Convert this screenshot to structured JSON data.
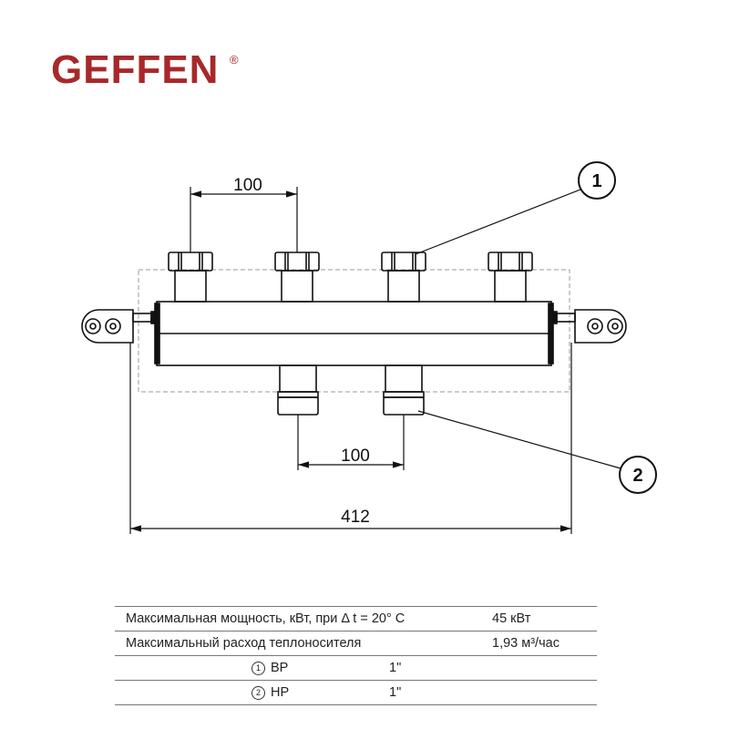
{
  "logo": {
    "text": "GEFFEN",
    "registered": "®",
    "color": "#a8282a"
  },
  "drawing": {
    "dim_top": "100",
    "dim_bottom": "100",
    "dim_total": "412",
    "callout_1": "1",
    "callout_2": "2"
  },
  "spec": {
    "rows": [
      {
        "label": "Максимальная мощность, кВт, при Δ t = 20° C",
        "value": "45 кВт"
      },
      {
        "label": "Максимальный расход теплоносителя",
        "value": "1,93 м³/час"
      }
    ],
    "connections": [
      {
        "num": "1",
        "type": "ВР",
        "size": "1\""
      },
      {
        "num": "2",
        "type": "НР",
        "size": "1\""
      }
    ]
  }
}
